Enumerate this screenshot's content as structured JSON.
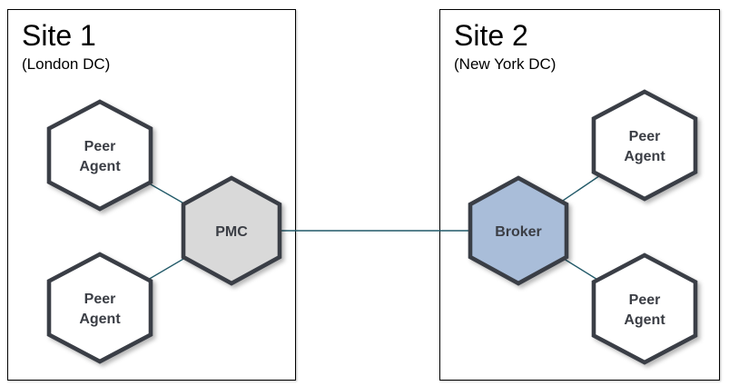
{
  "sites": [
    {
      "title": "Site 1",
      "subtitle": "(London DC)"
    },
    {
      "title": "Site 2",
      "subtitle": "(New York DC)"
    }
  ],
  "nodes": [
    {
      "id": "peer-agent-site1-top",
      "type": "peer-agent",
      "site": "Site 1",
      "lines": [
        "Peer",
        "Agent"
      ]
    },
    {
      "id": "peer-agent-site1-bottom",
      "type": "peer-agent",
      "site": "Site 1",
      "lines": [
        "Peer",
        "Agent"
      ]
    },
    {
      "id": "pmc",
      "type": "pmc",
      "site": "Site 1",
      "lines": [
        "PMC"
      ]
    },
    {
      "id": "broker",
      "type": "broker",
      "site": "Site 2",
      "lines": [
        "Broker"
      ]
    },
    {
      "id": "peer-agent-site2-top",
      "type": "peer-agent",
      "site": "Site 2",
      "lines": [
        "Peer",
        "Agent"
      ]
    },
    {
      "id": "peer-agent-site2-bottom",
      "type": "peer-agent",
      "site": "Site 2",
      "lines": [
        "Peer",
        "Agent"
      ]
    }
  ],
  "connections": [
    {
      "from": "peer-agent-site1-top",
      "to": "pmc"
    },
    {
      "from": "peer-agent-site1-bottom",
      "to": "pmc"
    },
    {
      "from": "pmc",
      "to": "broker"
    },
    {
      "from": "broker",
      "to": "peer-agent-site2-top"
    },
    {
      "from": "broker",
      "to": "peer-agent-site2-bottom"
    }
  ],
  "colors": {
    "hex_border": "#3a3e46",
    "peer_agent_fill": "#ffffff",
    "pmc_fill": "#d9d9d9",
    "broker_fill": "#a9bdd9",
    "connector": "#215968",
    "node_label": "#3b3e45",
    "panel_border": "#000000"
  }
}
